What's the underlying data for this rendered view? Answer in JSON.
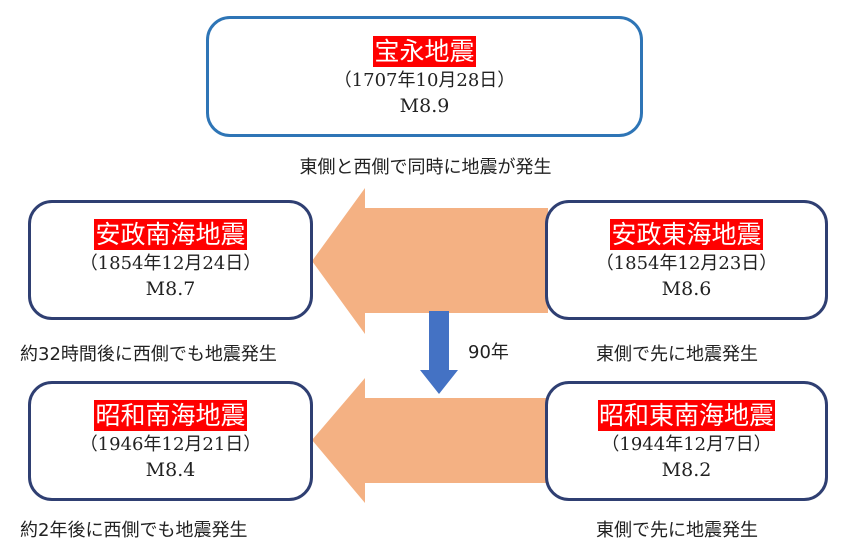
{
  "top_quake": {
    "name": "宝永地震",
    "date": "（1707年10月28日）",
    "magnitude": "M8.9"
  },
  "top_note": "東側と西側で同時に地震が発生",
  "row1": {
    "west": {
      "name": "安政南海地震",
      "date": "（1854年12月24日）",
      "magnitude": "M8.7"
    },
    "east": {
      "name": "安政東海地震",
      "date": "（1854年12月23日）",
      "magnitude": "M8.6"
    },
    "west_note": "約32時間後に西側でも地震発生",
    "east_note": "東側で先に地震発生"
  },
  "interval_label": "90年",
  "row2": {
    "west": {
      "name": "昭和南海地震",
      "date": "（1946年12月21日）",
      "magnitude": "M8.4"
    },
    "east": {
      "name": "昭和東南海地震",
      "date": "（1944年12月7日）",
      "magnitude": "M8.2"
    },
    "west_note": "約2年後に西側でも地震発生",
    "east_note": "東側で先に地震発生"
  },
  "colors": {
    "arrow_fill": "#f4b183",
    "down_arrow": "#4472c4",
    "title_bg": "#ff0000",
    "box_border_top": "#2e75b6",
    "box_border": "#2f3f72"
  }
}
